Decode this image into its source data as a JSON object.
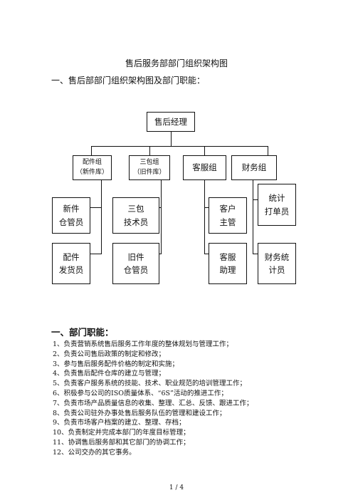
{
  "document": {
    "title": "售后服务部部门组织架构图",
    "section1_heading": "一、售后部部门组织架构图及部门职能：",
    "section2_heading": "一、部门职能：",
    "page_indicator": "1 / 4"
  },
  "org_chart": {
    "root": "售后经理",
    "groups": [
      {
        "line1": "配件组",
        "line2": "（新件库）"
      },
      {
        "line1": "三包组",
        "line2": "（旧件库）"
      },
      {
        "line1": "客服组"
      },
      {
        "line1": "财务组"
      }
    ],
    "roles": [
      {
        "line1": "新件",
        "line2": "仓管员"
      },
      {
        "line1": "三包",
        "line2": "技术员"
      },
      {
        "line1": "客户",
        "line2": "主管"
      },
      {
        "line1": "统计",
        "line2": "打单员"
      },
      {
        "line1": "配件",
        "line2": "发货员"
      },
      {
        "line1": "旧件",
        "line2": "仓管员"
      },
      {
        "line1": "客服",
        "line2": "助理"
      },
      {
        "line1": "财务统",
        "line2": "计员"
      }
    ]
  },
  "duties": [
    "1、负责营销系统售后服务工作年度的整体规划与管理工作；",
    "2、负责公司售后政策的制定和修改；",
    "3、参与售后服务配件价格的制定和实施；",
    "4、负责售后配件仓库的建立与管理；",
    "5、负责客户服务系统的技能、技术、职业规范的培训管理工作；",
    "6、积极参与公司的ISO质量体系、“6S”活动的推进工作；",
    "7、负责市场产品质量信息的收集、整理、汇总、反馈、跟进工作；",
    "8、负责公司驻外办事处售后服务队伍的管理和建设工作；",
    "9、负责市场客户档案的建立、整理、存档；",
    "10、负责制定并完成本部门的年度目标管理；",
    "11、协调售后服务部和其它部门的协调工作；",
    "12、公司交办的其它事务。"
  ]
}
